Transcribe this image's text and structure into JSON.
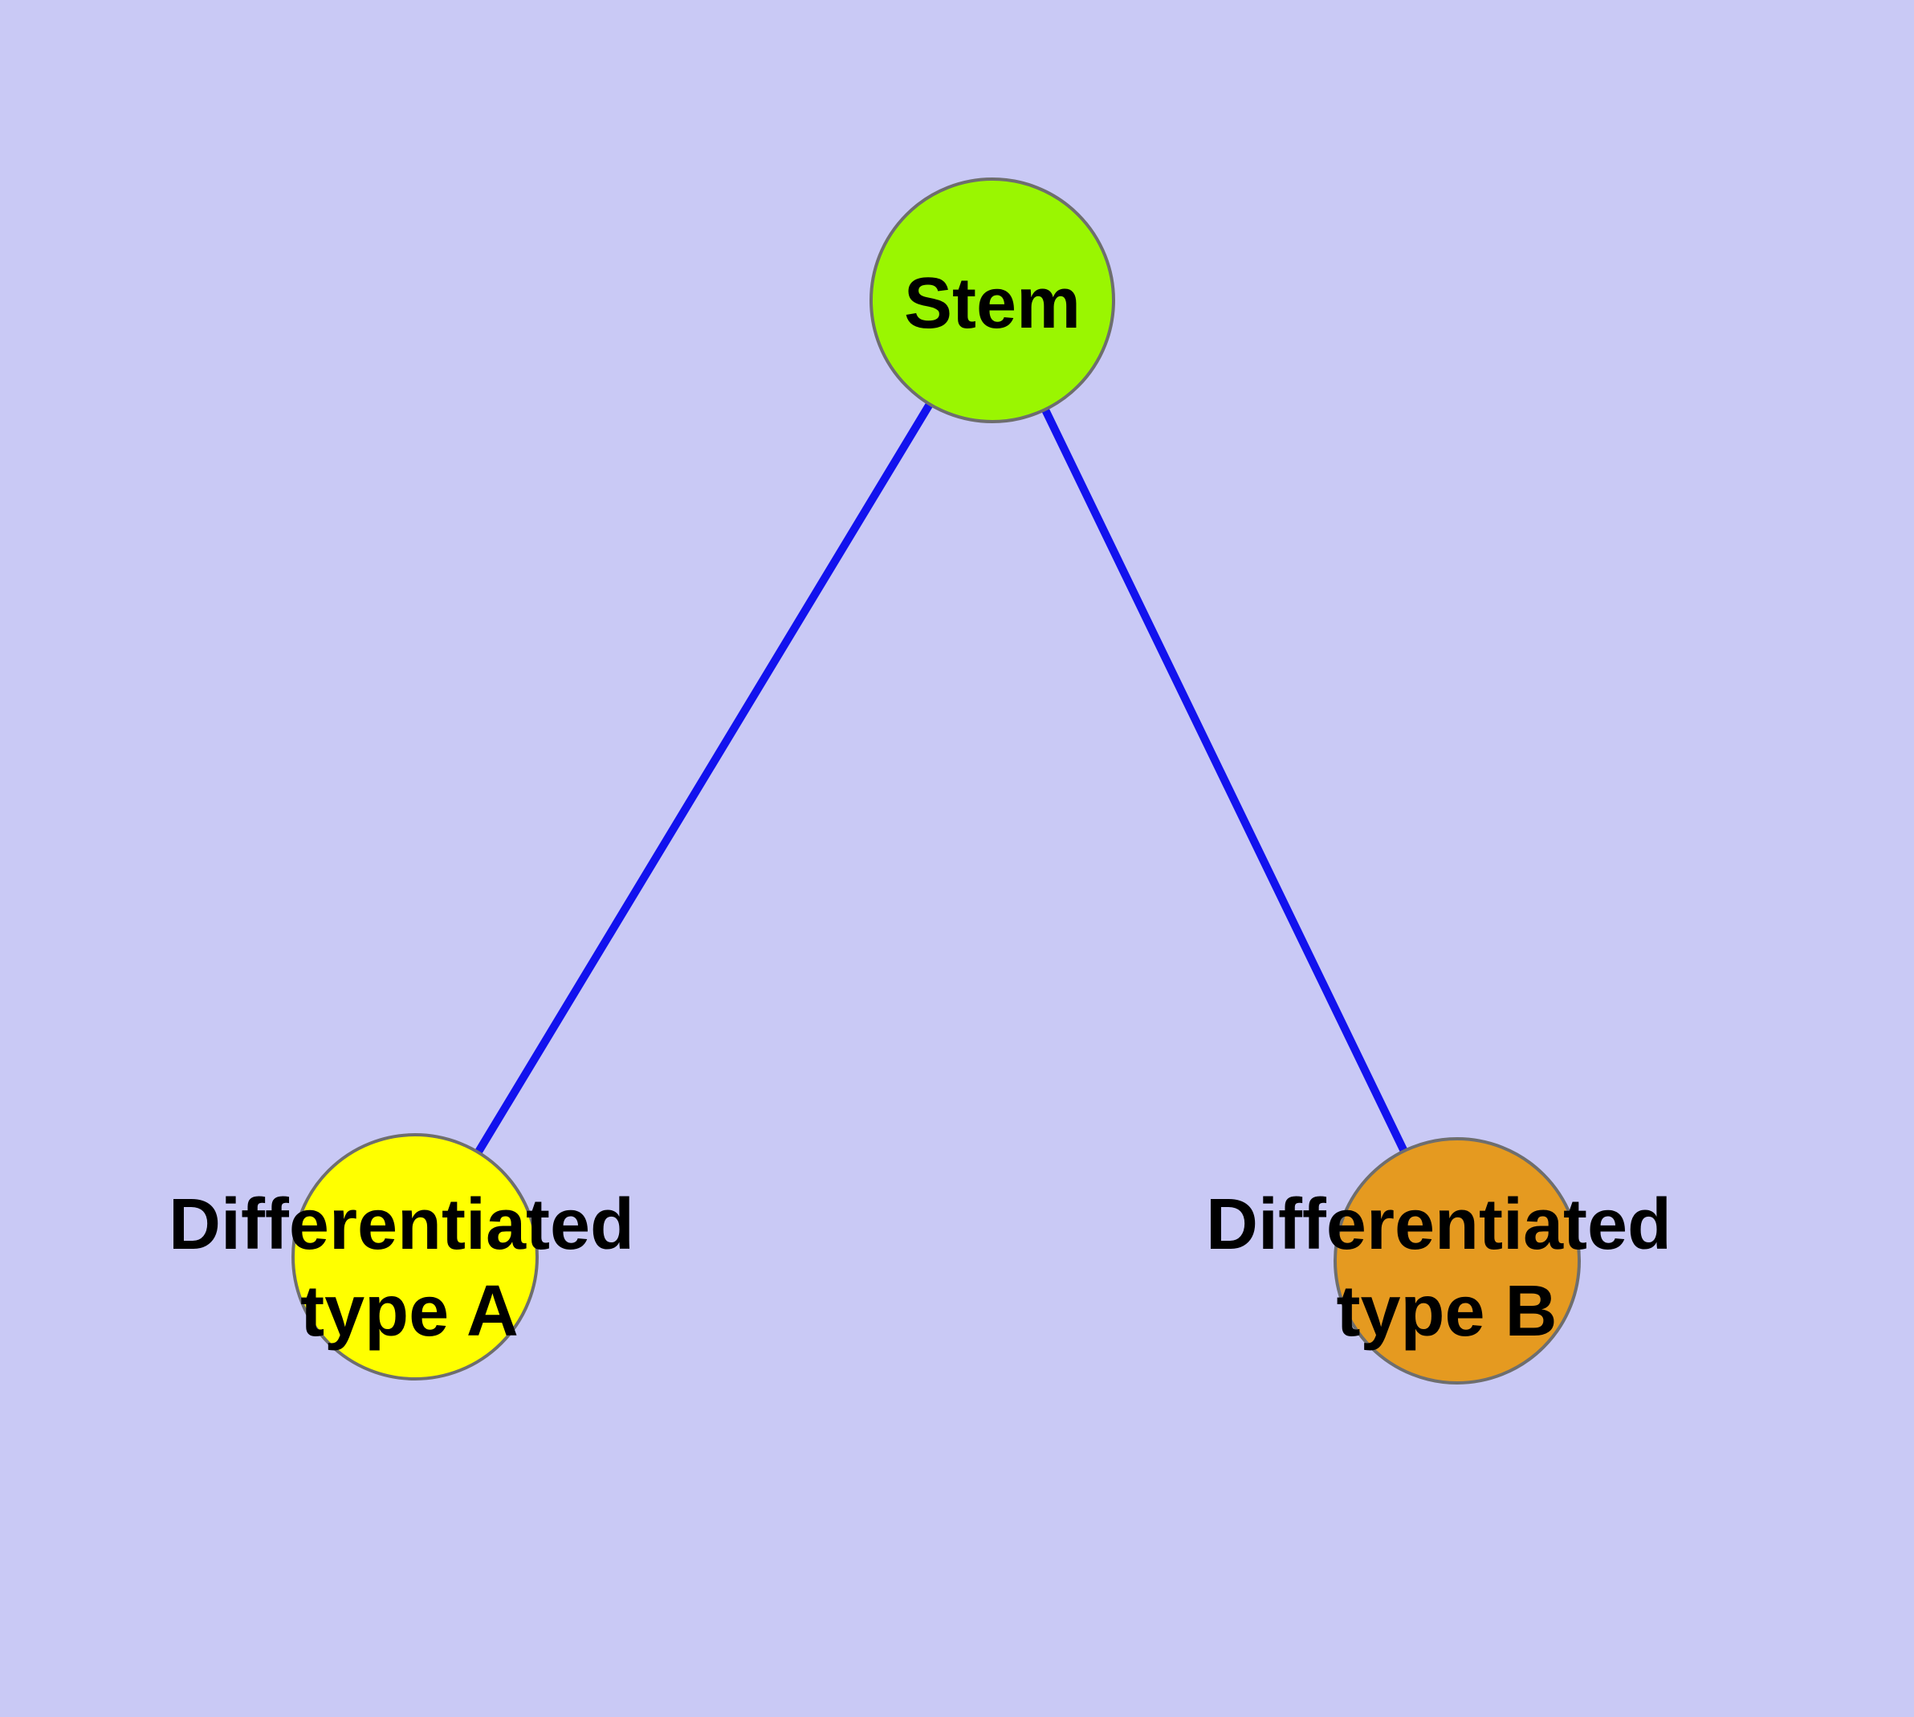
{
  "diagram": {
    "background_color": "#c9c9f5",
    "edge_color": "#1212ee",
    "edge_width": "10",
    "node_border_color": "#6e6e6e",
    "text_color": "#000000",
    "nodes": [
      {
        "id": "stem",
        "label": "Stem",
        "fill": "#9af601"
      },
      {
        "id": "type_a",
        "label": "Differentiated type A",
        "label_line1": "Differentiated",
        "label_line2": "type A",
        "fill": "#ffff00"
      },
      {
        "id": "type_b",
        "label": "Differentiated type B",
        "label_line1": "Differentiated",
        "label_line2": "type B",
        "fill": "#e59a20"
      }
    ],
    "edges": [
      {
        "from": "Stem",
        "to": "Differentiated type A"
      },
      {
        "from": "Stem",
        "to": "Differentiated type B"
      }
    ]
  }
}
